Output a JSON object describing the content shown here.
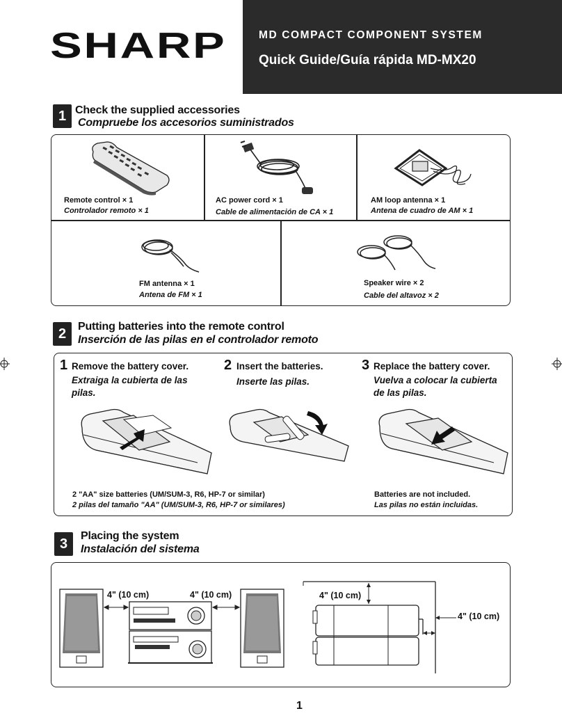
{
  "header": {
    "brand": "SHARP",
    "product_line": "MD COMPACT COMPONENT SYSTEM",
    "guide_title": "Quick Guide/Guía rápida MD-MX20"
  },
  "section1": {
    "number": "1",
    "title_en": "Check the supplied accessories",
    "title_es": "Compruebe los accesorios suministrados",
    "items": [
      {
        "en": "Remote control × 1",
        "es": "Controlador remoto × 1",
        "icon": "remote-control-icon"
      },
      {
        "en": "AC power cord × 1",
        "es": "Cable de alimentación de CA × 1",
        "icon": "power-cord-icon"
      },
      {
        "en": "AM loop antenna × 1",
        "es": "Antena de cuadro de AM × 1",
        "icon": "am-loop-antenna-icon"
      },
      {
        "en": "FM antenna × 1",
        "es": "Antena de FM × 1",
        "icon": "fm-antenna-icon"
      },
      {
        "en": "Speaker wire × 2",
        "es": "Cable del altavoz × 2",
        "icon": "speaker-wire-icon"
      }
    ]
  },
  "section2": {
    "number": "2",
    "title_en": "Putting batteries into the remote control",
    "title_es": "Inserción de las pilas en el controlador remoto",
    "steps": [
      {
        "num": "1",
        "en": "Remove the battery cover.",
        "es_line1": "Extraiga la cubierta de las",
        "es_line2": "pilas."
      },
      {
        "num": "2",
        "en": "Insert the batteries.",
        "es_line1": "Inserte las pilas.",
        "es_line2": ""
      },
      {
        "num": "3",
        "en": "Replace the battery cover.",
        "es_line1": "Vuelva a colocar la cubierta",
        "es_line2": "de las pilas."
      }
    ],
    "note_left_en": "2 \"AA\" size batteries (UM/SUM-3, R6, HP-7 or similar)",
    "note_left_es": "2 pilas del tamaño \"AA\" (UM/SUM-3, R6, HP-7 or similares)",
    "note_right_en": "Batteries are not included.",
    "note_right_es": "Las pilas no están incluidas."
  },
  "section3": {
    "number": "3",
    "title_en": "Placing the system",
    "title_es": "Instalación del sistema",
    "clearance_labels": [
      "4\" (10 cm)",
      "4\" (10 cm)",
      "4\" (10 cm)",
      "4\" (10 cm)"
    ]
  },
  "footer": {
    "page_number": "1"
  }
}
